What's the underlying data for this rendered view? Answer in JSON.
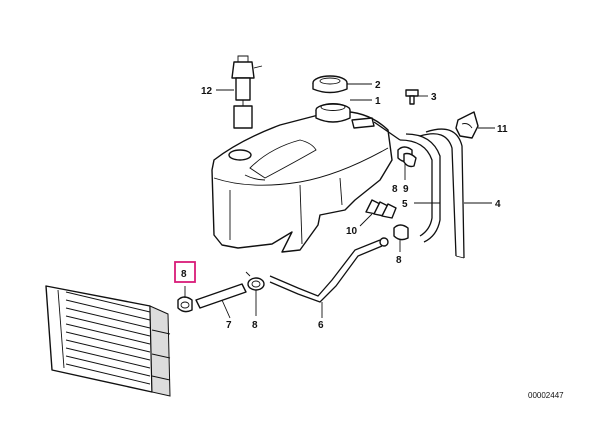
{
  "diagram": {
    "reference_number": "00002447",
    "highlight_color": "#d81b78",
    "callouts": [
      {
        "id": "1",
        "label": "1"
      },
      {
        "id": "2",
        "label": "2"
      },
      {
        "id": "3",
        "label": "3"
      },
      {
        "id": "4",
        "label": "4"
      },
      {
        "id": "5",
        "label": "5"
      },
      {
        "id": "6",
        "label": "6"
      },
      {
        "id": "7",
        "label": "7"
      },
      {
        "id": "8a",
        "label": "8"
      },
      {
        "id": "8b",
        "label": "8"
      },
      {
        "id": "8c",
        "label": "8"
      },
      {
        "id": "8d",
        "label": "8"
      },
      {
        "id": "9",
        "label": "9"
      },
      {
        "id": "10",
        "label": "10"
      },
      {
        "id": "11",
        "label": "11"
      },
      {
        "id": "12",
        "label": "12"
      }
    ],
    "highlighted_callout": "8d"
  }
}
